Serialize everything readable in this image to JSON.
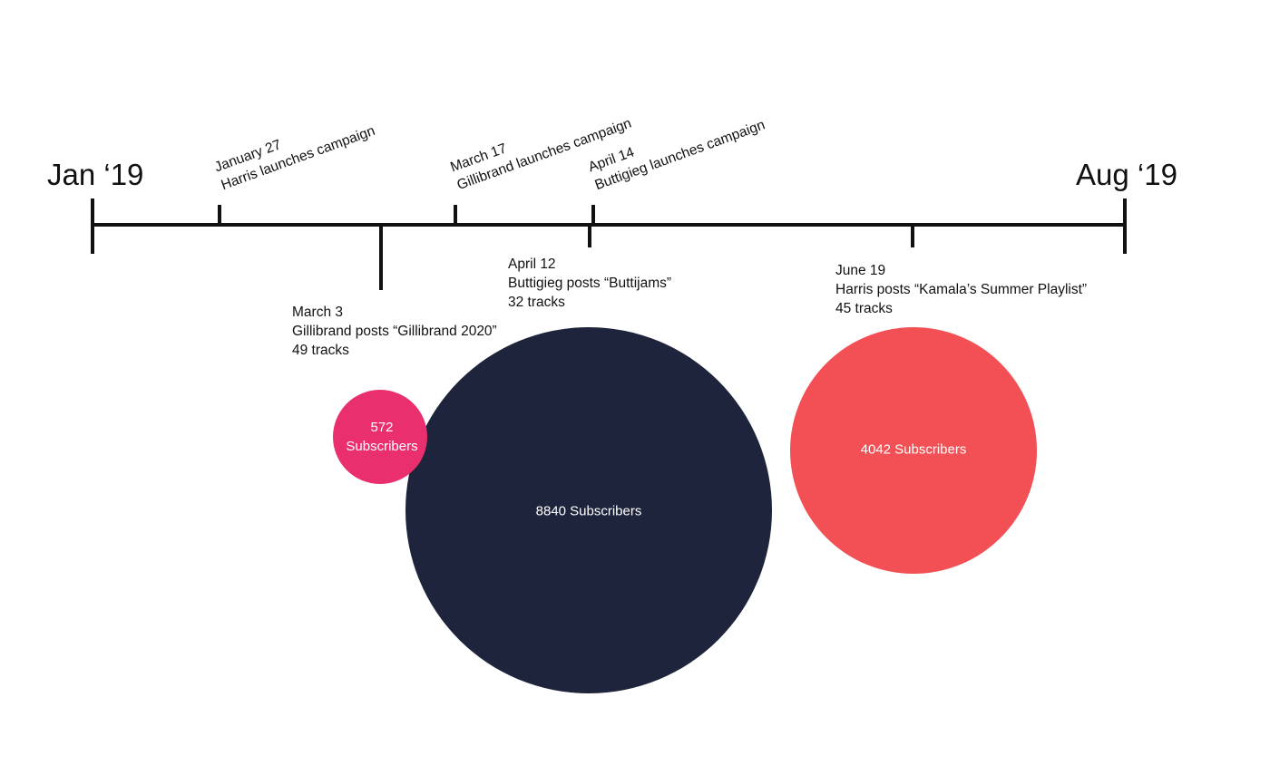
{
  "timeline": {
    "start_label": "Jan ‘19",
    "end_label": "Aug ‘19"
  },
  "above_events": [
    {
      "date": "January 27",
      "text": "Harris launches campaign"
    },
    {
      "date": "March 17",
      "text": "Gillibrand launches campaign"
    },
    {
      "date": "April 14",
      "text": "Buttigieg launches campaign"
    }
  ],
  "below_events": [
    {
      "date": "March 3",
      "text": "Gillibrand posts “Gillibrand 2020”",
      "tracks": "49 tracks"
    },
    {
      "date": "April 12",
      "text": "Buttigieg posts “Buttijams”",
      "tracks": "32 tracks"
    },
    {
      "date": "June 19",
      "text": "Harris posts “Kamala’s Summer Playlist”",
      "tracks": "45 tracks"
    }
  ],
  "bubbles": [
    {
      "label": "572 Subscribers",
      "subscribers": 572,
      "color": "#EA2F6E"
    },
    {
      "label": "8840 Subscribers",
      "subscribers": 8840,
      "color": "#1E243B"
    },
    {
      "label": "4042 Subscribers",
      "subscribers": 4042,
      "color": "#F25055"
    }
  ],
  "colors": {
    "axis": "#111111"
  }
}
